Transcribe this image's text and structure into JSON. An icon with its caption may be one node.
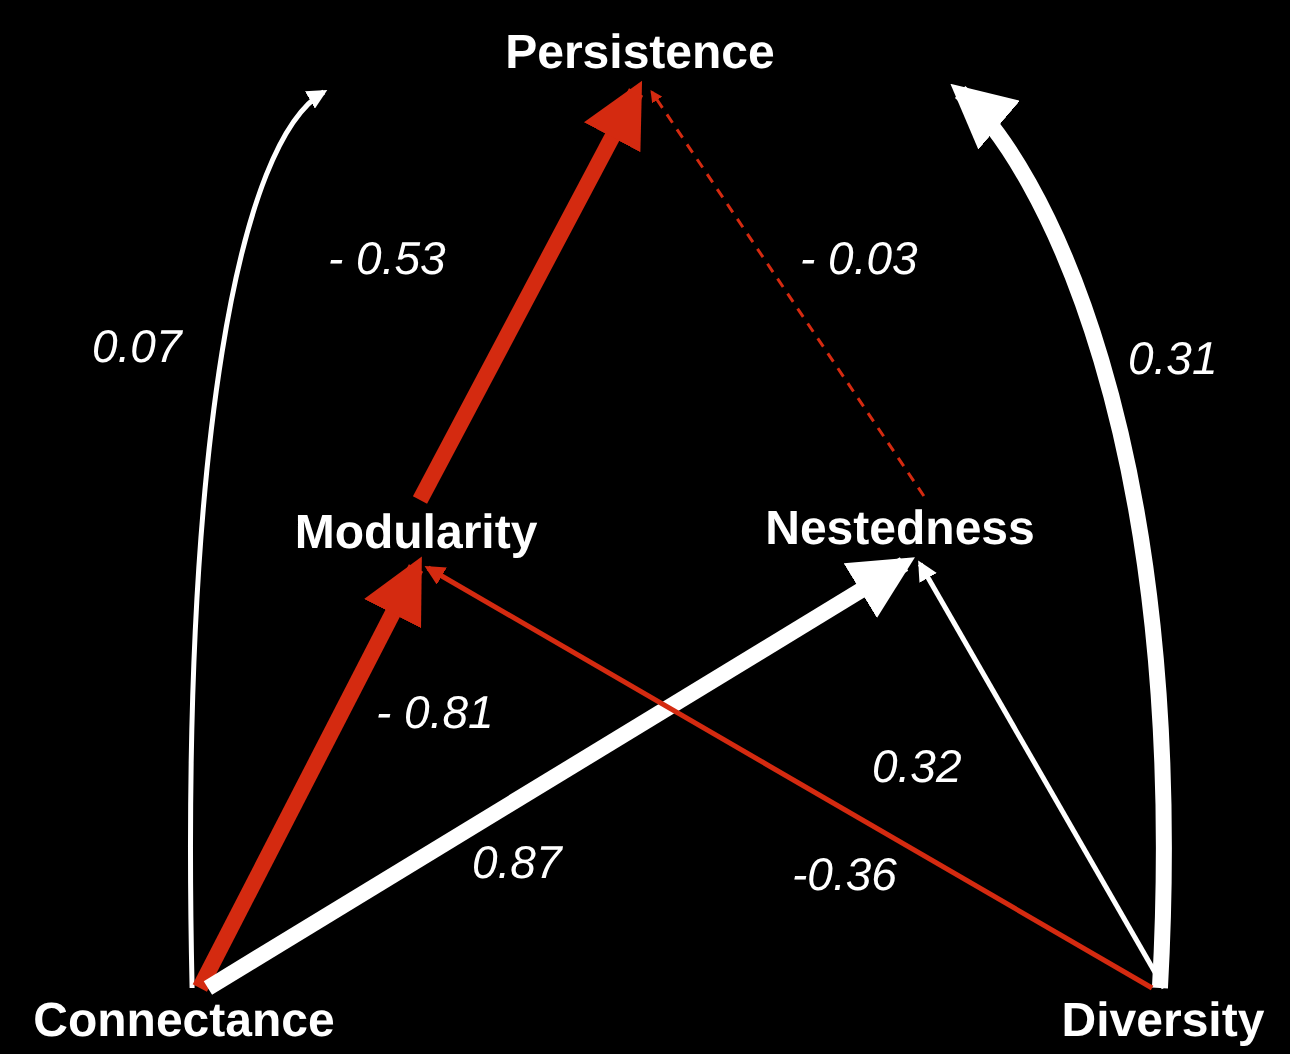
{
  "diagram": {
    "nodes": [
      {
        "text": [
          "Persistence"
        ]
      },
      {
        "text": [
          "Modularity"
        ]
      },
      {
        "text": [
          "Nestedness"
        ]
      },
      {
        "text": [
          "Connectance"
        ]
      },
      {
        "text": [
          "Diversity"
        ]
      }
    ],
    "edges": [
      {
        "from": 3,
        "to": 0,
        "arrow": "to",
        "label": "0.07"
      },
      {
        "from": 4,
        "to": 0,
        "arrow": "to",
        "label": "0.31",
        "style": "thick"
      },
      {
        "from": 1,
        "to": 0,
        "arrow": "to",
        "label": "- 0.53",
        "style": "thick",
        "color": "#d42a10"
      },
      {
        "from": 2,
        "to": 0,
        "arrow": "to",
        "label": "- 0.03",
        "style": "dashed",
        "color": "#d42a10"
      },
      {
        "from": 3,
        "to": 1,
        "arrow": "to",
        "label": "- 0.81",
        "style": "thick",
        "color": "#d42a10"
      },
      {
        "from": 3,
        "to": 2,
        "arrow": "to",
        "label": "0.87",
        "style": "thick"
      },
      {
        "from": 4,
        "to": 1,
        "arrow": "to",
        "label": "-0.36",
        "color": "#d42a10"
      },
      {
        "from": 4,
        "to": 2,
        "arrow": "to",
        "label": "0.32"
      }
    ]
  }
}
